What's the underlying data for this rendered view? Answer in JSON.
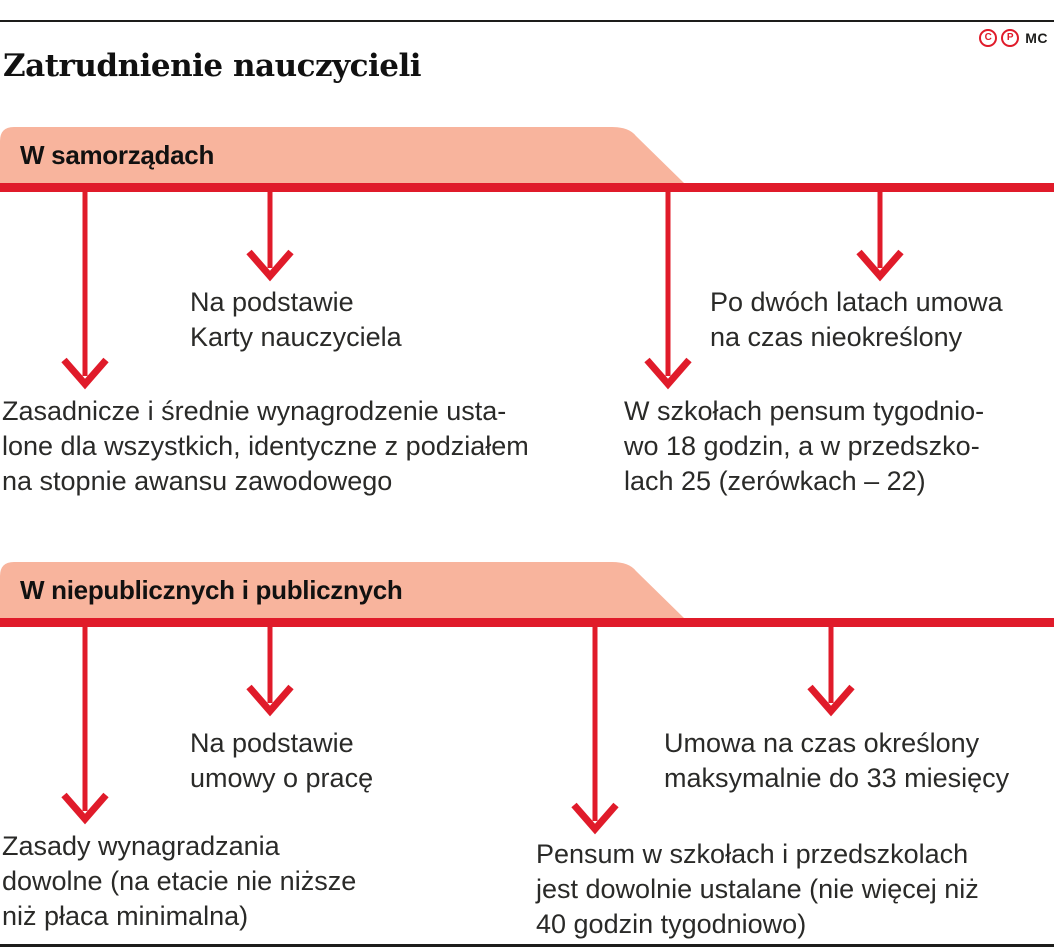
{
  "page": {
    "title": "Zatrudnienie nauczycieli"
  },
  "credits": {
    "c": "C",
    "p": "P",
    "initials": "MC"
  },
  "colors": {
    "accent_red": "#e01b2a",
    "banner_salmon": "#f8b49d"
  },
  "section1": {
    "banner_label": "W samorządach",
    "note_top_left": {
      "line1": "Na podstawie",
      "line2": "Karty nauczyciela"
    },
    "note_top_right": {
      "line1": "Po dwóch latach umowa",
      "line2": "na czas nieokreślony"
    },
    "body_left": {
      "line1": "Zasadnicze i średnie wynagrodzenie usta-",
      "line2": "lone dla wszystkich, identyczne z podziałem",
      "line3": "na stopnie awansu zawodowego"
    },
    "body_right": {
      "line1": "W szkołach pensum tygodnio-",
      "line2": "wo 18 godzin, a w przedszko-",
      "line3": "lach 25 (zerówkach – 22)"
    }
  },
  "section2": {
    "banner_label": "W niepublicznych i publicznych",
    "note_top_left": {
      "line1": "Na podstawie",
      "line2": "umowy o pracę"
    },
    "note_top_right": {
      "line1": "Umowa na czas określony",
      "line2": "maksymalnie do 33 miesięcy"
    },
    "body_left": {
      "line1": "Zasady wynagradzania",
      "line2": "dowolne (na etacie nie niższe",
      "line3": "niż płaca minimalna)"
    },
    "body_right": {
      "line1": "Pensum w szkołach i przedszkolach",
      "line2": "jest dowolnie ustalane (nie więcej niż",
      "line3": "40 godzin tygodniowo)"
    }
  }
}
